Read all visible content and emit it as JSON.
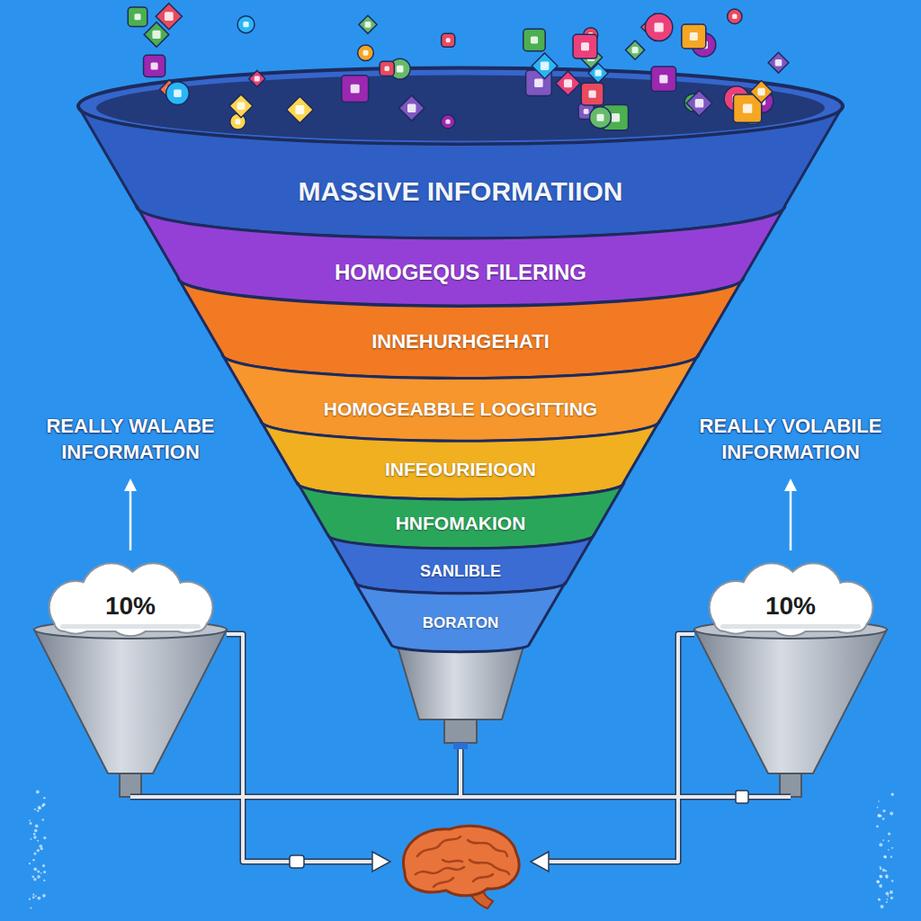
{
  "diagram": {
    "nodes": [
      {
        "text": [
          "MASSIVE INFORMATIION"
        ]
      },
      {
        "text": [
          "HOMOGEQUS FILERING"
        ]
      },
      {
        "text": [
          "INNEHURHGEHATI"
        ]
      },
      {
        "text": [
          "HOMOGEABBLE LOOGITTING"
        ]
      },
      {
        "text": [
          "INFEOURIEIOON"
        ]
      },
      {
        "text": [
          "HNFOMAKION"
        ]
      },
      {
        "text": [
          "SANLIBLE"
        ]
      },
      {
        "text": [
          "BORATON"
        ]
      },
      {
        "text": [
          "10%"
        ]
      },
      {
        "text": [
          "10%"
        ]
      }
    ],
    "labels": [
      "REALLY WALABE INFORMATION",
      "REALLY VOLABILE INFORMATION"
    ]
  }
}
